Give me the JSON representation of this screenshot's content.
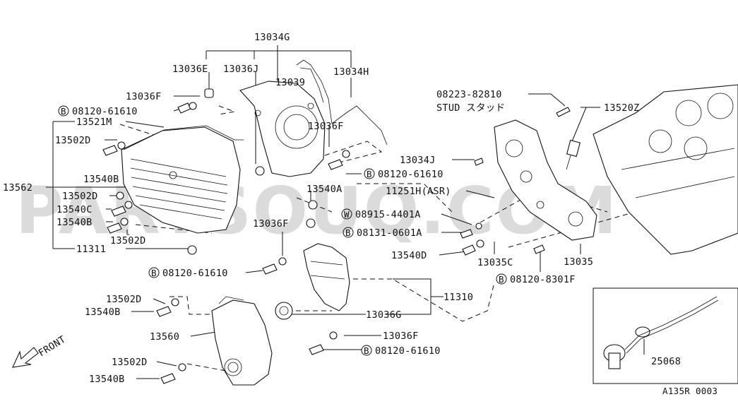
{
  "watermark": "PARTSOUQ.COM",
  "diagram_code": "A135R 0003",
  "front_label": "FRONT",
  "labels": {
    "p13034G": "13034G",
    "p13036E": "13036E",
    "p13036J": "13036J",
    "p13039": "13039",
    "p13034H": "13034H",
    "p13036F_a": "13036F",
    "p08120_61610_a": "08120-61610",
    "p13521M": "13521M",
    "p13502D_a": "13502D",
    "p13036F_b": "13036F",
    "p13540B_a": "13540B",
    "p08120_61610_b": "08120-61610",
    "p13562": "13562",
    "p13502D_b": "13502D",
    "p13540A": "13540A",
    "p13540C": "13540C",
    "p13540B_b": "13540B",
    "p13502D_c": "13502D",
    "p13036F_c": "13036F",
    "p11311": "11311",
    "p08120_61610_c": "08120-61610",
    "p08223_82810": "08223-82810",
    "stud": "STUD スタッド",
    "p13520Z": "13520Z",
    "p13034J": "13034J",
    "p11251H": "11251H(ASR)",
    "p08915_4401A": "08915-4401A",
    "p08131_0601A": "08131-0601A",
    "p13540D": "13540D",
    "p13035C": "13035C",
    "p13035": "13035",
    "p08120_8301F": "08120-8301F",
    "p11310": "11310",
    "p13502D_d": "13502D",
    "p13540B_c": "13540B",
    "p13036G": "13036G",
    "p13560": "13560",
    "p13036F_d": "13036F",
    "p08120_61610_d": "08120-61610",
    "p13502D_e": "13502D",
    "p13540B_d": "13540B",
    "p25068": "25068"
  },
  "symbols": {
    "bolt_B": "B",
    "washer_W": "W"
  }
}
